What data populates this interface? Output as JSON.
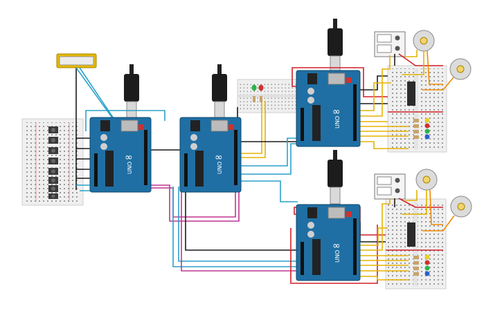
{
  "title": "",
  "components": {
    "arduino_boards": [
      {
        "id": "arduino-1",
        "brand": "∞",
        "model": "UNO"
      },
      {
        "id": "arduino-2",
        "brand": "∞",
        "model": "UNO"
      },
      {
        "id": "arduino-3",
        "brand": "∞",
        "model": "UNO"
      },
      {
        "id": "arduino-4",
        "brand": "∞",
        "model": "UNO"
      }
    ],
    "lcd_display": {
      "id": "lcd",
      "kind": "display"
    },
    "breadboards": [
      "breadboard-left",
      "breadboard-small",
      "breadboard-top-right",
      "breadboard-bottom-right"
    ],
    "dc_motors": 4,
    "push_buttons": 8,
    "leds_small_board": [
      "green",
      "red"
    ],
    "leds_right_boards": [
      "yellow",
      "red",
      "green",
      "blue"
    ],
    "power_supplies": 2
  },
  "colors": {
    "arduino": "#1f6fa4",
    "wire_blue": "#2aa1c9",
    "wire_black": "#1a1a1a",
    "wire_red": "#d11f26",
    "wire_yellow": "#e5b200",
    "wire_magenta": "#c0358f",
    "wire_orange": "#f08a00",
    "lcd_frame": "#e6b800"
  }
}
